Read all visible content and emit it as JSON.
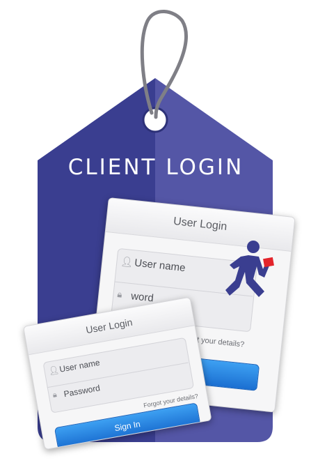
{
  "tag": {
    "title": "CLIENT LOGIN",
    "colors": {
      "left": "#3a3e90",
      "right": "#5456a6",
      "string": "#7f7f86"
    }
  },
  "card_large": {
    "header": "User Login",
    "username_placeholder": "User name",
    "password_placeholder": "word",
    "forgot_link": "Forgot your details?",
    "icons": [
      "user-icon",
      "lock-icon",
      "running-person-icon"
    ]
  },
  "card_small": {
    "header": "User Login",
    "username_placeholder": "User name",
    "password_placeholder": "Password",
    "forgot_link": "Forgot your details?",
    "sign_in": "Sign In",
    "icons": [
      "user-icon",
      "lock-icon"
    ]
  }
}
